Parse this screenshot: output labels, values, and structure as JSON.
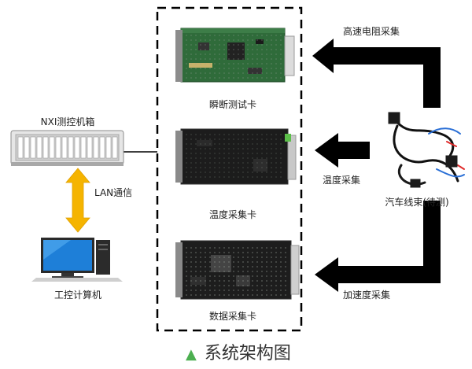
{
  "nodes": {
    "nxi": "NXI测控机箱",
    "ipc": "工控计算机",
    "card1": "瞬断测试卡",
    "card2": "温度采集卡",
    "card3": "数据采集卡",
    "harness": "汽车线束(待测)"
  },
  "edges": {
    "lan": "LAN通信",
    "resistance": "高速电阻采集",
    "temperature": "温度采集",
    "acceleration": "加速度采集"
  },
  "caption": "系统架构图",
  "colors": {
    "arrow_black": "#000000",
    "lan_arrow": "#f5b400",
    "caption_marker": "#4caf50",
    "pcb_green": "#2f6b3a",
    "pcb_dark": "#1c1c1c"
  }
}
